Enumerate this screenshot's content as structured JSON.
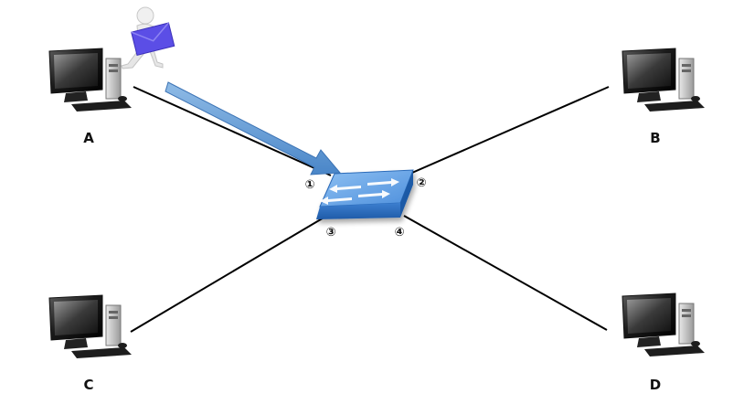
{
  "hosts": [
    {
      "id": "A",
      "label": "A"
    },
    {
      "id": "B",
      "label": "B"
    },
    {
      "id": "C",
      "label": "C"
    },
    {
      "id": "D",
      "label": "D"
    }
  ],
  "switch": {
    "ports": [
      {
        "id": "1",
        "label": "①",
        "connects_to": "A"
      },
      {
        "id": "2",
        "label": "②",
        "connects_to": "B"
      },
      {
        "id": "3",
        "label": "③",
        "connects_to": "C"
      },
      {
        "id": "4",
        "label": "④",
        "connects_to": "D"
      }
    ]
  },
  "message": {
    "from": "A",
    "to_port": "1",
    "icon": "envelope-carrier-icon"
  },
  "colors": {
    "switch_top": "#6aa6e8",
    "switch_front": "#2f6fc2",
    "arrow": "#5b9bd5",
    "envelope": "#5b4ee6",
    "link": "#000000"
  }
}
